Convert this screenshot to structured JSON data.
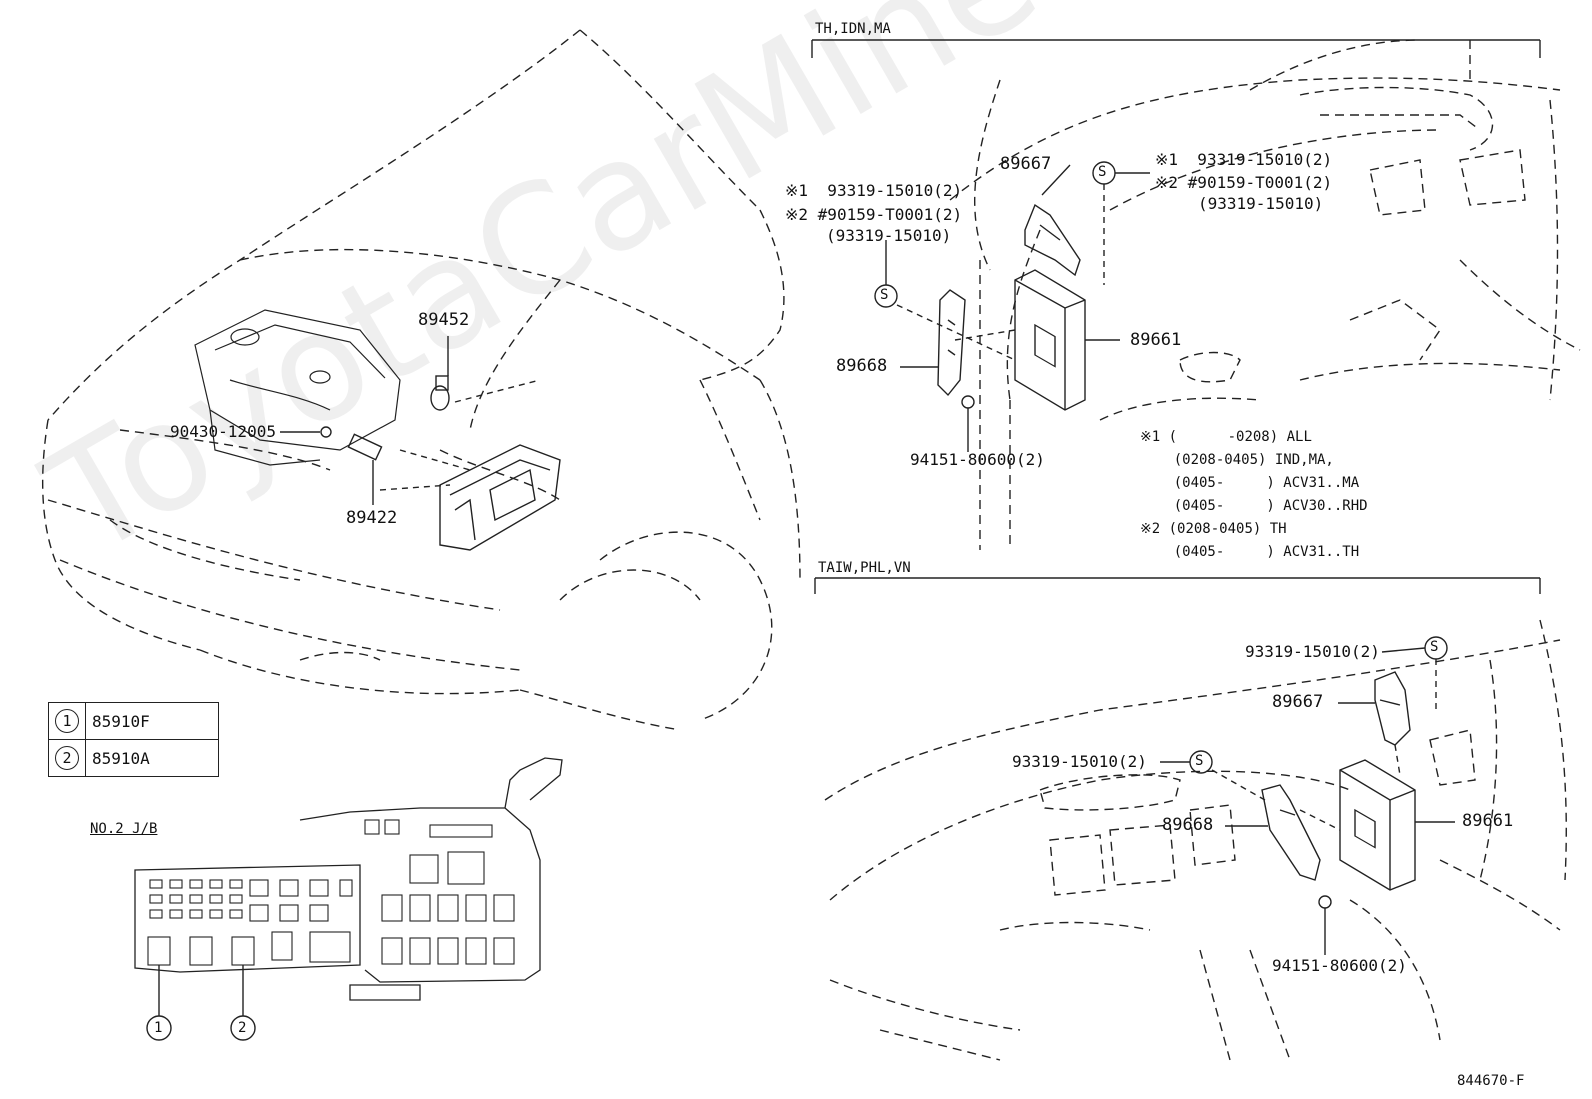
{
  "watermark": "ToyotaCarMine.ru",
  "left": {
    "p89452": "89452",
    "p90430": "90430-12005",
    "p89422": "89422",
    "jb_label": "NO.2 J/B",
    "legend": [
      {
        "num": "1",
        "code": "85910F"
      },
      {
        "num": "2",
        "code": "85910A"
      }
    ],
    "callout1": "1",
    "callout2": "2"
  },
  "top_right": {
    "section": "TH,IDN,MA",
    "p89667": "89667",
    "p89668": "89668",
    "p89661": "89661",
    "nut": "94151-80600(2)",
    "left_ref1": "※1  93319-15010(2)",
    "left_ref2": "※2 #90159-T0001(2)",
    "left_ref3": "(93319-15010)",
    "right_ref1": "※1  93319-15010(2)",
    "right_ref2": "※2 #90159-T0001(2)",
    "right_ref3": "(93319-15010)",
    "s_mark": "S",
    "notes": [
      "※1 (      -0208) ALL",
      "    (0208-0405) IND,MA,",
      "    (0405-     ) ACV31..MA",
      "    (0405-     ) ACV30..RHD",
      "※2 (0208-0405) TH",
      "    (0405-     ) ACV31..TH"
    ]
  },
  "bottom_right": {
    "section": "TAIW,PHL,VN",
    "bolt_upper": "93319-15010(2)",
    "bolt_lower": "93319-15010(2)",
    "p89667": "89667",
    "p89668": "89668",
    "p89661": "89661",
    "nut": "94151-80600(2)",
    "s_mark": "S"
  },
  "footer": {
    "illustration_id": "844670-F"
  }
}
